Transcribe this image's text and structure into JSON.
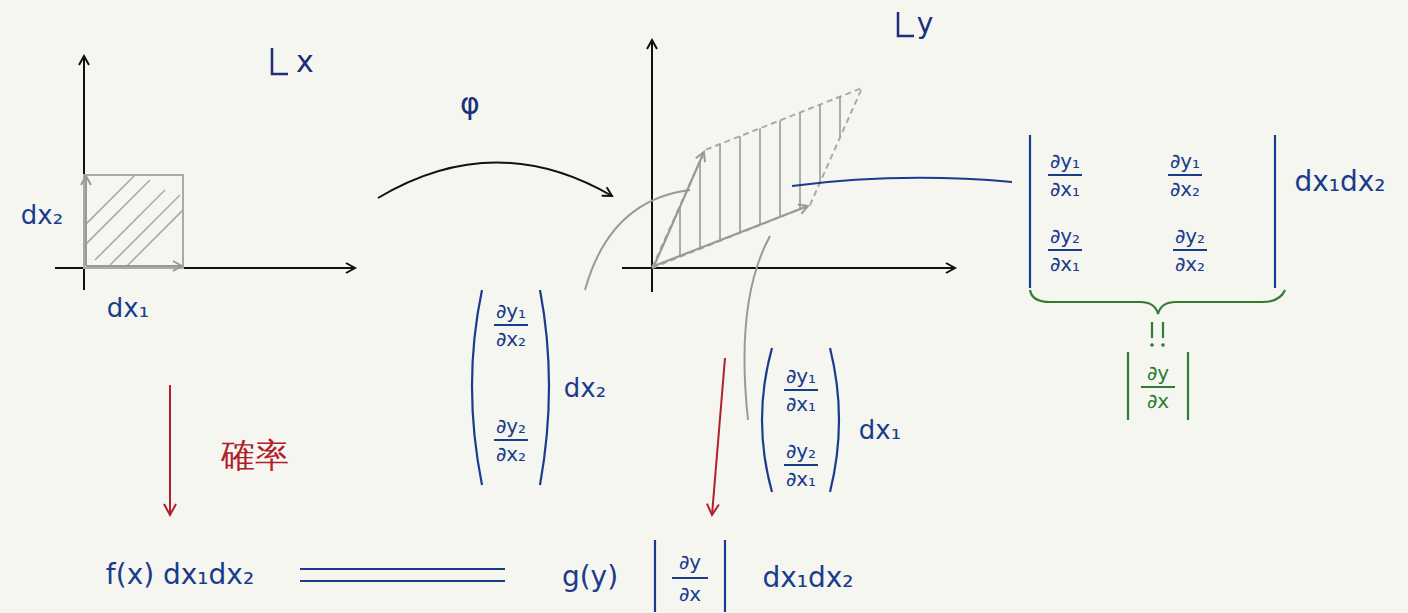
{
  "diagram": {
    "labels": [
      "x",
      "dx₂",
      "dx₁",
      "φ",
      "y",
      "確率",
      "∂y₁",
      "∂x₂",
      "∂y₂",
      "∂x₂",
      "dx₂",
      "∂y₁",
      "∂x₁",
      "∂y₂",
      "∂x₁",
      "dx₁",
      "∂y₁",
      "∂x₁",
      "∂y₁",
      "∂x₂",
      "∂y₂",
      "∂x₁",
      "∂y₂",
      "∂x₂",
      "dx₁dx₂",
      "∂y",
      "∂x",
      "f(x) dx₁dx₂",
      "g(y)",
      "∂y",
      "∂x",
      "dx₁dx₂"
    ]
  }
}
